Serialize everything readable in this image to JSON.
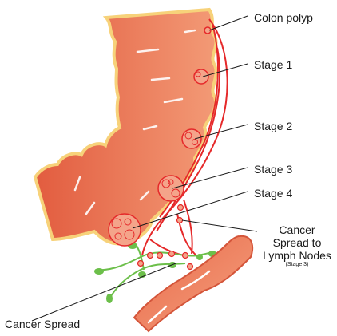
{
  "labels": {
    "colon_polyp": "Colon polyp",
    "stage1": "Stage 1",
    "stage2": "Stage 2",
    "stage3": "Stage 3",
    "stage4": "Stage 4",
    "lymph_line1": "Cancer",
    "lymph_line2": "Spread to",
    "lymph_line3": "Lymph Nodes",
    "lymph_note": "(Stage 3)",
    "cancer_spread": "Cancer Spread"
  },
  "colors": {
    "colon_main": "#ec7a58",
    "colon_dark": "#d4553a",
    "colon_lining": "#f7d27a",
    "vessel": "#e5292a",
    "lymph_node": "#6cbf4a",
    "tumor": "#f4a48a",
    "pointer": "#1a1a1a"
  }
}
